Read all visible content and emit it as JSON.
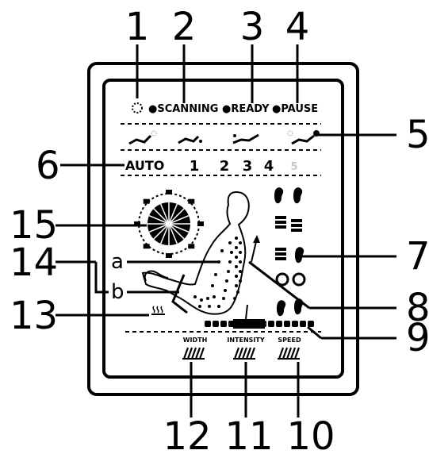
{
  "callouts": {
    "c1": "1",
    "c2": "2",
    "c3": "3",
    "c4": "4",
    "c5": "5",
    "c6": "6",
    "c7": "7",
    "c8": "8",
    "c9": "9",
    "c10": "10",
    "c11": "11",
    "c12": "12",
    "c13": "13",
    "c14": "14",
    "c15": "15"
  },
  "letters": {
    "a": "a",
    "b": "b"
  },
  "status": {
    "scanning": "●SCANNING",
    "ready": "●READY",
    "pause": "●PAUSE"
  },
  "auto": {
    "label": "AUTO",
    "programs": [
      "1",
      "2",
      "3",
      "4",
      "5"
    ]
  },
  "bars": {
    "width": "WIDTH",
    "intensity": "INTENSITY",
    "speed": "SPEED"
  },
  "colors": {
    "ink": "#000000",
    "dim": "#c8c8c8",
    "paper": "#ffffff"
  }
}
